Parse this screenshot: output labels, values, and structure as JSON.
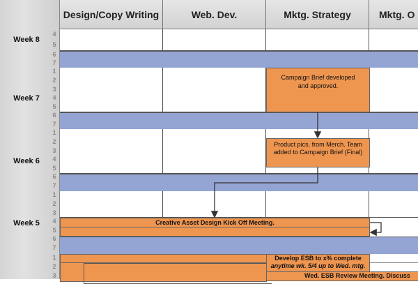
{
  "columns": [
    "Design/Copy Writing",
    "Web. Dev.",
    "Mktg. Strategy",
    "Mktg. O"
  ],
  "weeks": [
    {
      "label": "Week 8",
      "days": [
        "4",
        "5",
        "6",
        "7"
      ]
    },
    {
      "label": "Week 7",
      "days": [
        "1",
        "2",
        "3",
        "4",
        "5",
        "6",
        "7"
      ]
    },
    {
      "label": "Week 6",
      "days": [
        "1",
        "2",
        "3",
        "4",
        "5",
        "6",
        "7"
      ]
    },
    {
      "label": "Week 5",
      "days": [
        "1",
        "2",
        "3",
        "4",
        "5",
        "6",
        "7"
      ]
    },
    {
      "label": "",
      "days": [
        "1",
        "2",
        "3"
      ]
    }
  ],
  "tasks": {
    "campaign_brief": "Campaign Brief developed and approved.",
    "product_pics": "Product pics. from Merch. Team added to Campaign Brief (Final)",
    "kickoff": "Creative Asset Design Kick Off Meeting.",
    "develop_esb": "Develop ESB to x% complete",
    "develop_esb_note": "anytime wk. 5/4 up to Wed. mtg.",
    "esb_review": "Wed. ESB Review Meeting.  Discuss"
  },
  "colors": {
    "task": "#ee9550",
    "weekend": "#94a4d3",
    "header": "#d8d8d8"
  }
}
